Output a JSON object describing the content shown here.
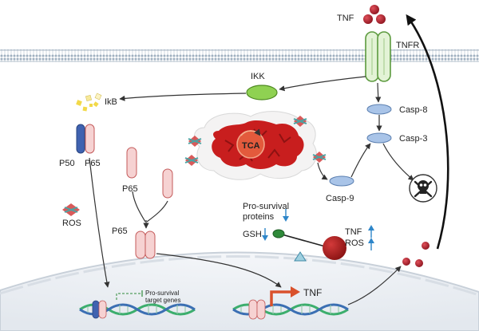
{
  "labels": {
    "tnf_top": "TNF",
    "tnfr": "TNFR",
    "ikk": "IKK",
    "ikb": "IkB",
    "p50": "P50",
    "p65_complex": "P65",
    "p65_cytosol": "P65",
    "p65_dimer": "P65",
    "ros_left": "ROS",
    "tca": "TCA",
    "casp8": "Casp-8",
    "casp3": "Casp-3",
    "casp9": "Casp-9",
    "prosurvival_line1": "Pro-survival",
    "prosurvival_line2": "proteins",
    "gsh": "GSH",
    "tnf_right": "TNF",
    "ros_right": "ROS",
    "tnf_gene": "TNF",
    "target_line1": "Pro-survival",
    "target_line2": "target genes"
  },
  "colors": {
    "membrane": "#9fb0c0",
    "receptor_fill": "#e3f3d6",
    "receptor_stroke": "#5c9a3e",
    "ikk_fill": "#8fd152",
    "casp_fill": "#a9c4e8",
    "casp_stroke": "#5b7fb0",
    "p50_fill": "#3f62b0",
    "p65_fill": "#f6d2d2",
    "p65_stroke": "#c45a5a",
    "mito_fill": "#c81e1e",
    "tnf_dot": "#b3202a",
    "ros_star": "#d23d3d",
    "ros_star2": "#4aa3a3",
    "arrow": "#444444",
    "up_arrow": "#2e86c9",
    "dna_green": "#3cae6d",
    "dna_blue": "#3b6fb3",
    "promoter_arrow": "#d9512c"
  },
  "icons": {
    "death": "skull-crossbones-icon"
  }
}
